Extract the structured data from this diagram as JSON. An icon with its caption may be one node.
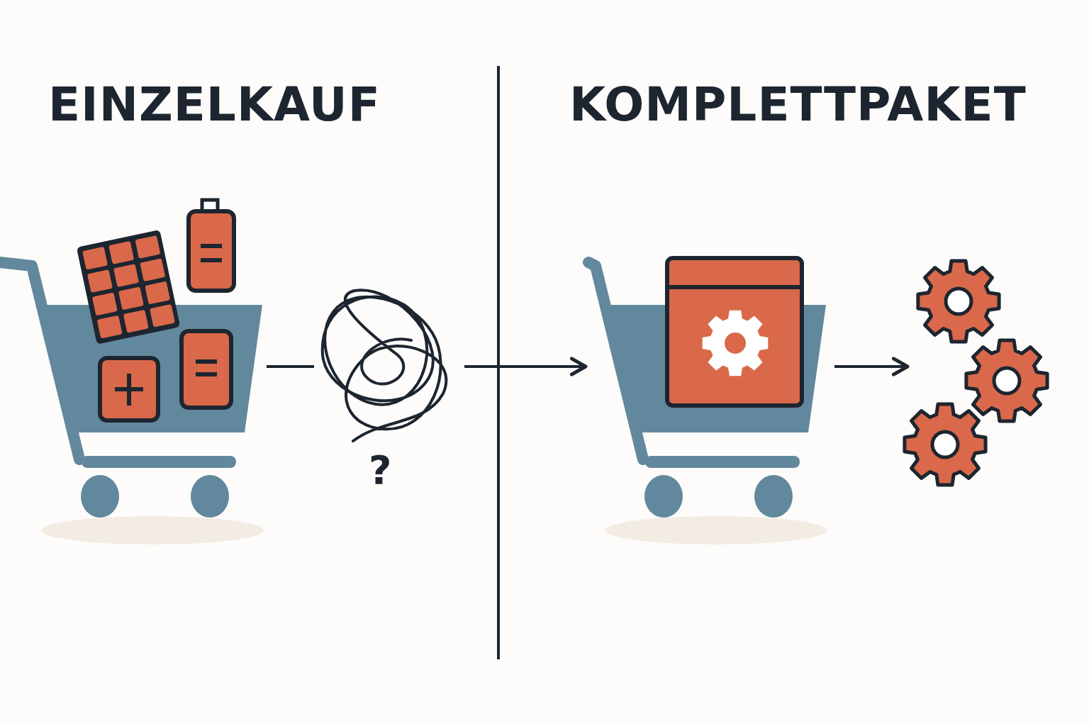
{
  "diagram": {
    "nodes": [
      {
        "text": [],
        "shape": "picture"
      },
      {
        "text": [],
        "shape": "picture"
      },
      {
        "text": [],
        "shape": "picture"
      },
      {
        "text": [],
        "shape": "picture"
      }
    ],
    "edges": [
      {
        "from": 0,
        "to": 1,
        "arrow": "none"
      },
      {
        "from": 1,
        "to": 2,
        "arrow": "to"
      },
      {
        "from": 2,
        "to": 3,
        "arrow": "to"
      }
    ],
    "labels": [
      "EINZELKAUF",
      "KOMPLETTPAKET",
      "?"
    ]
  }
}
